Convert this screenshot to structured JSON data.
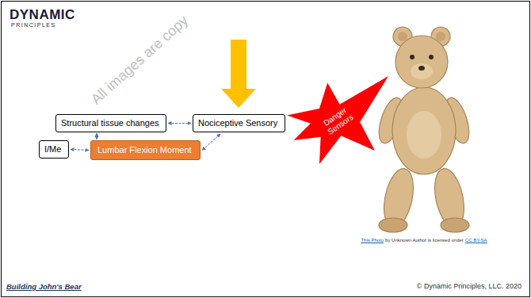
{
  "diagram": {
    "nodes": [
      {
        "text": [
          "Structural tissue changes"
        ]
      },
      {
        "text": [
          "Nociceptive Sensory"
        ]
      },
      {
        "text": [
          "I/Me"
        ]
      },
      {
        "text": [
          "Lumbar Flexion Moment"
        ]
      },
      {
        "text": [
          "Danger Sensors"
        ]
      }
    ],
    "edges": [
      {
        "from": 0,
        "to": 1,
        "arrow": "both"
      },
      {
        "from": 1,
        "to": 3,
        "arrow": "both"
      },
      {
        "from": 0,
        "to": 3,
        "arrow": "both"
      },
      {
        "from": 2,
        "to": 3,
        "arrow": "both"
      }
    ],
    "labels": [
      "DYNAMIC",
      "PRINCIPLES",
      "All images are copy",
      "This Photo",
      "by Unknown Author is licensed under",
      "CC BY-SA",
      "Building John's Bear",
      "© Dynamic Principles, LLC. 2020"
    ]
  }
}
